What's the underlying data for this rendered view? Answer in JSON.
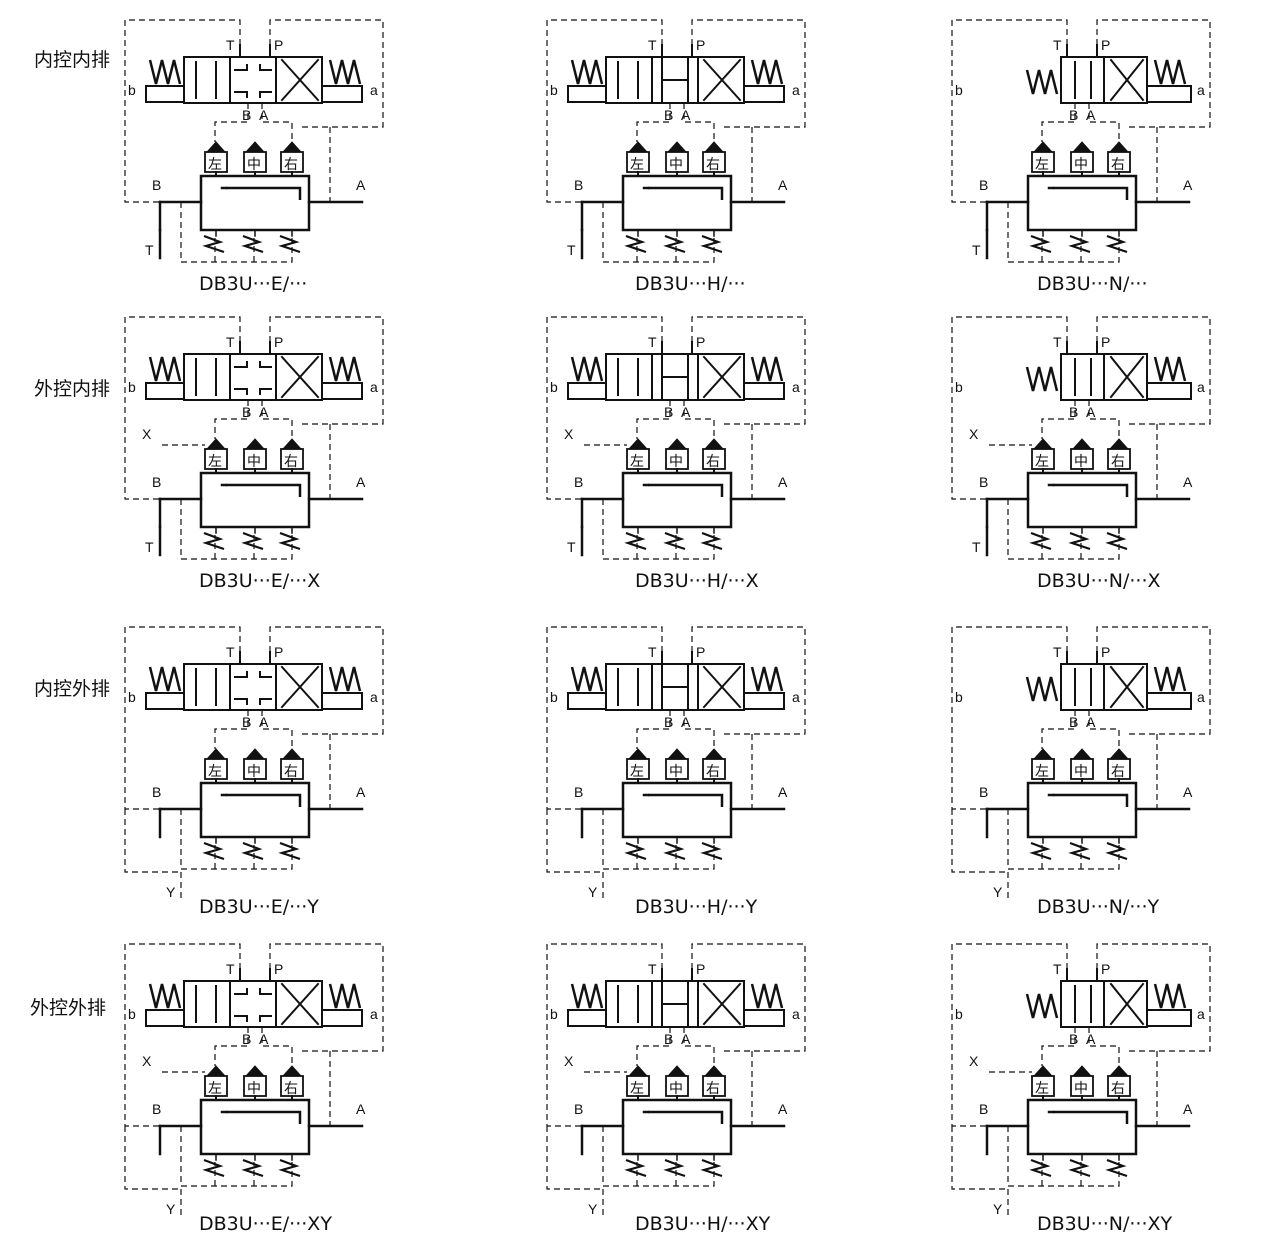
{
  "row_titles": [
    "内控内排",
    "外控内排",
    "内控外排",
    "外控外排"
  ],
  "columns": [
    {
      "spool": "E",
      "slots": [
        "DB3U···E/···",
        "DB3U···E/···X",
        "DB3U···E/···Y",
        "DB3U···E/···XY"
      ]
    },
    {
      "spool": "H",
      "slots": [
        "DB3U···H/···",
        "DB3U···H/···X",
        "DB3U···H/···Y",
        "DB3U···H/···XY"
      ]
    },
    {
      "spool": "N",
      "slots": [
        "DB3U···N/···",
        "DB3U···N/···X",
        "DB3U···N/···Y",
        "DB3U···N/···XY"
      ]
    }
  ],
  "row_modes": [
    {
      "ext_pilot": false,
      "ext_drain": false
    },
    {
      "ext_pilot": true,
      "ext_drain": false
    },
    {
      "ext_pilot": false,
      "ext_drain": true
    },
    {
      "ext_pilot": true,
      "ext_drain": true
    }
  ],
  "port_labels": {
    "T": "T",
    "P": "P",
    "A": "A",
    "B": "B",
    "a": "a",
    "b": "b",
    "X": "X",
    "Y": "Y"
  },
  "pressure_stage_labels": [
    "左",
    "中",
    "右"
  ],
  "colors": {
    "line": "#111111",
    "background": "#ffffff"
  }
}
